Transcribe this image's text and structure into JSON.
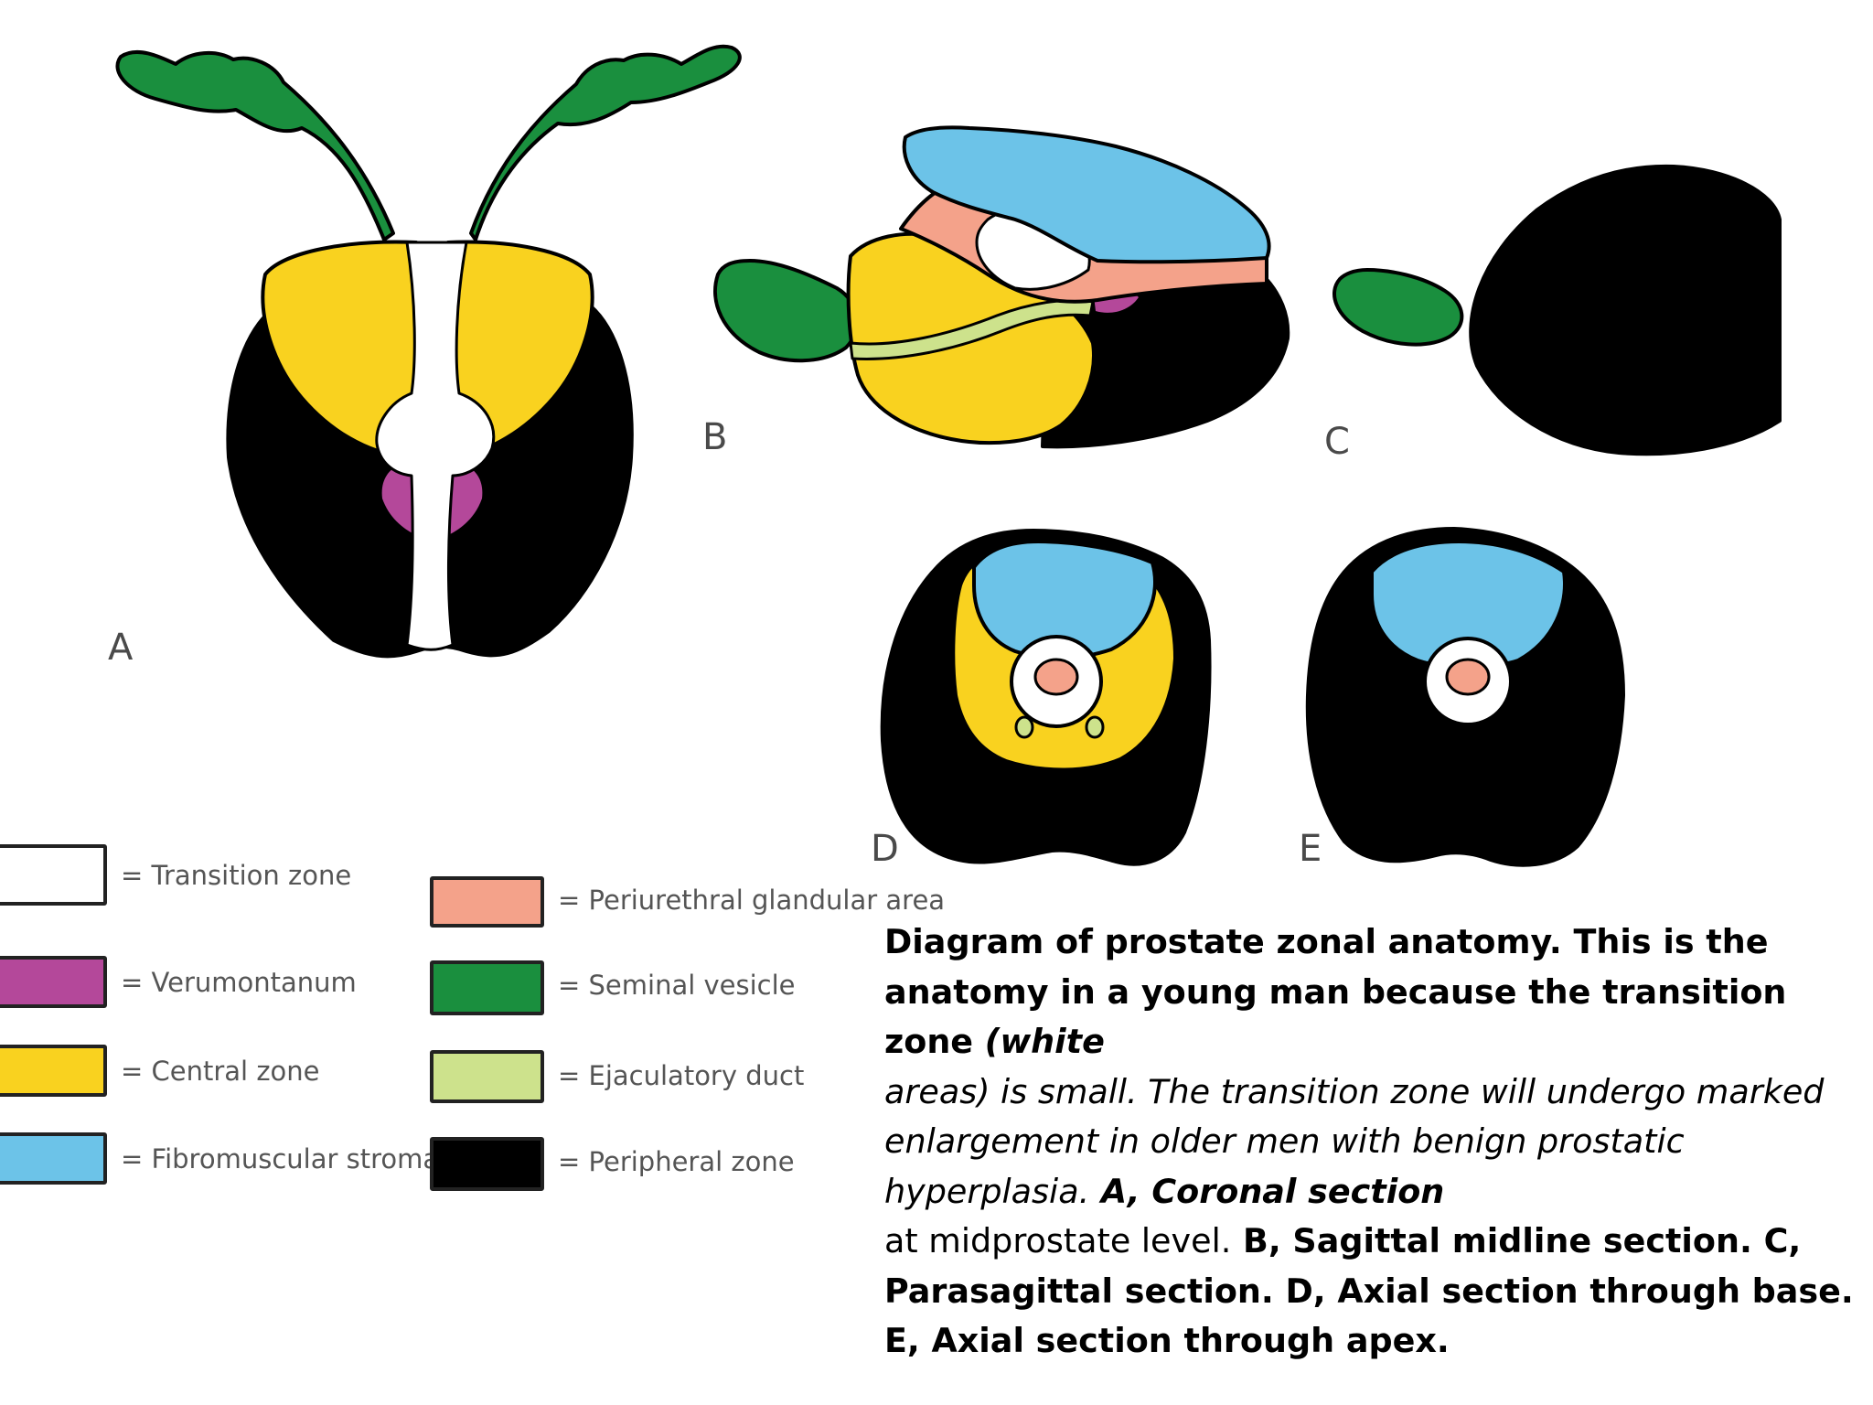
{
  "colors": {
    "transition_zone": "#ffffff",
    "verumontanum": "#b4489a",
    "central_zone": "#f9d21f",
    "fibromuscular_stroma": "#6cc3e8",
    "periurethral_glandular_area": "#f4a28a",
    "seminal_vesicle": "#1a8f3e",
    "ejaculatory_duct": "#cde28c",
    "peripheral_zone": "#000000"
  },
  "panels": {
    "a": "A",
    "b": "B",
    "c": "C",
    "d": "D",
    "e": "E"
  },
  "legend": [
    {
      "label": "= Transition zone",
      "color": "#ffffff"
    },
    {
      "label": "= Verumontanum",
      "color": "#b4489a"
    },
    {
      "label": "= Central zone",
      "color": "#f9d21f"
    },
    {
      "label": "= Fibromuscular stroma",
      "color": "#6cc3e8"
    },
    {
      "label": "= Periurethral glandular area",
      "color": "#f4a28a"
    },
    {
      "label": "= Seminal vesicle",
      "color": "#1a8f3e"
    },
    {
      "label": "= Ejaculatory duct",
      "color": "#cde28c"
    },
    {
      "label": "= Peripheral zone",
      "color": "#000000"
    }
  ],
  "caption": {
    "s1": "Diagram of prostate zonal anatomy. This is the anatomy in a young man because the transition zone ",
    "s2": "(white",
    "s3": "areas) is small. The transition zone will undergo marked enlargement in older men with benign prostatic hyperplasia.",
    "s4": " A, Coronal section",
    "s5": "at midprostate level.",
    "s6": " B, Sagittal midline section. C, Parasagittal section. D, Axial section through base. E, Axial section through apex."
  }
}
